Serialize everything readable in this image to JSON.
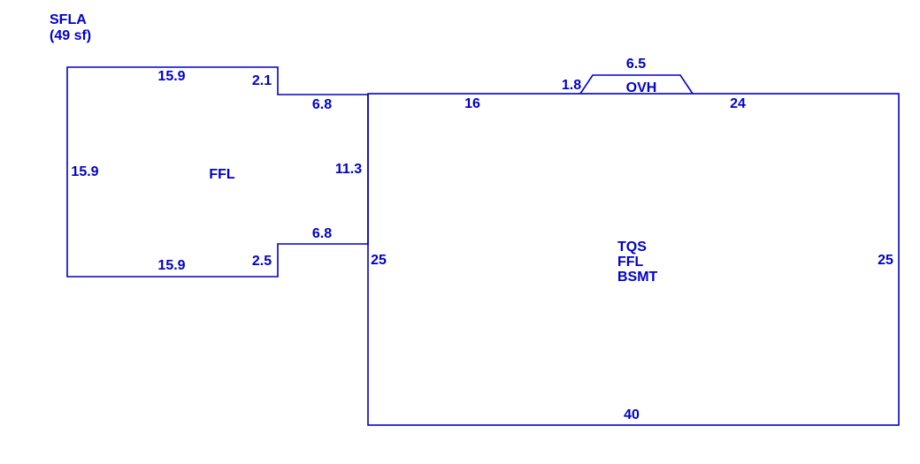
{
  "colors": {
    "line": "#0000cc",
    "text": "#0000cc",
    "background": "#ffffff"
  },
  "summary": {
    "title": "SFLA",
    "area": "(49 sf)"
  },
  "ffl_area": {
    "label": "FFL",
    "dims": {
      "top": "15.9",
      "left": "15.9",
      "bottom": "15.9",
      "top_step": "2.1",
      "connector_top": "6.8",
      "connector_bottom": "6.8",
      "bottom_step": "2.5",
      "right": "11.3"
    }
  },
  "main_area": {
    "labels": [
      "TQS",
      "FFL",
      "BSMT"
    ],
    "dims": {
      "top_left": "16",
      "top_right": "24",
      "left": "25",
      "right": "25",
      "bottom": "40"
    }
  },
  "ovh": {
    "label": "OVH",
    "dims": {
      "top": "6.5",
      "side": "1.8"
    }
  }
}
